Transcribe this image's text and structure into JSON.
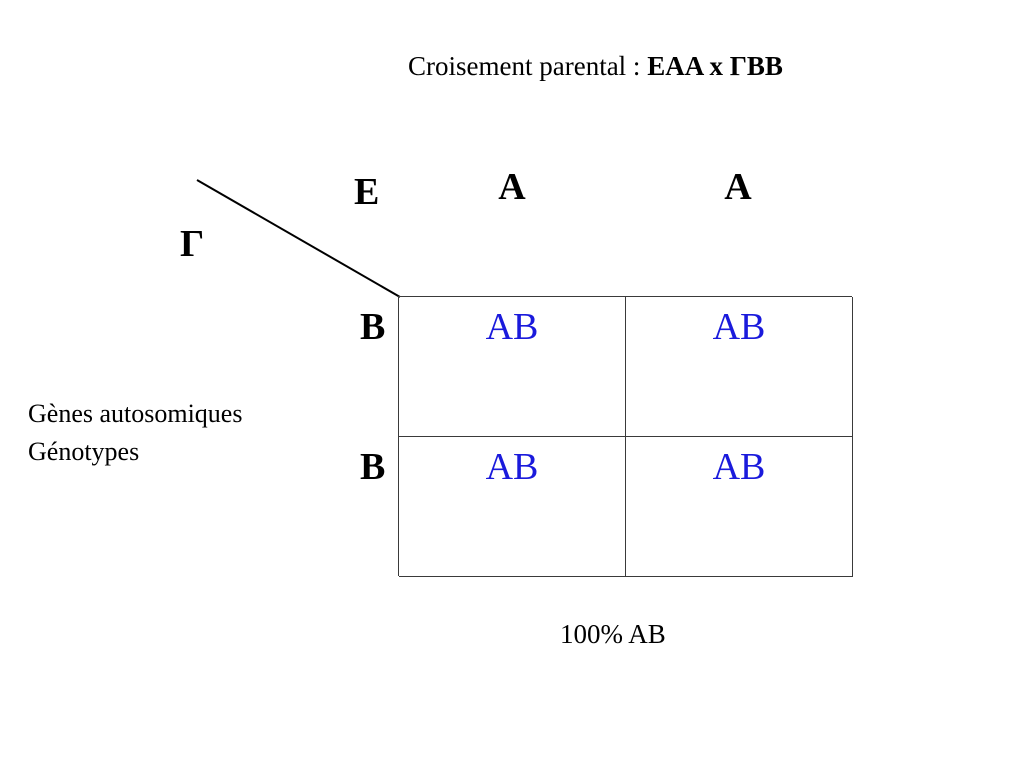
{
  "title": {
    "prefix": "Croisement parental : ",
    "cross": "ΕAA x ΓBB"
  },
  "parents": {
    "female_symbol": "Ε",
    "male_symbol": "Γ"
  },
  "gametes": {
    "columns": [
      "A",
      "A"
    ],
    "rows": [
      "B",
      "B"
    ]
  },
  "grid": {
    "cells": [
      [
        "AB",
        "AB"
      ],
      [
        "AB",
        "AB"
      ]
    ]
  },
  "side_note": {
    "line1": "Gènes autosomiques",
    "line2": "Génotypes"
  },
  "result": "100% AB",
  "colors": {
    "offspring_text": "#1a1adc",
    "grid_border": "#3a3a3a"
  }
}
